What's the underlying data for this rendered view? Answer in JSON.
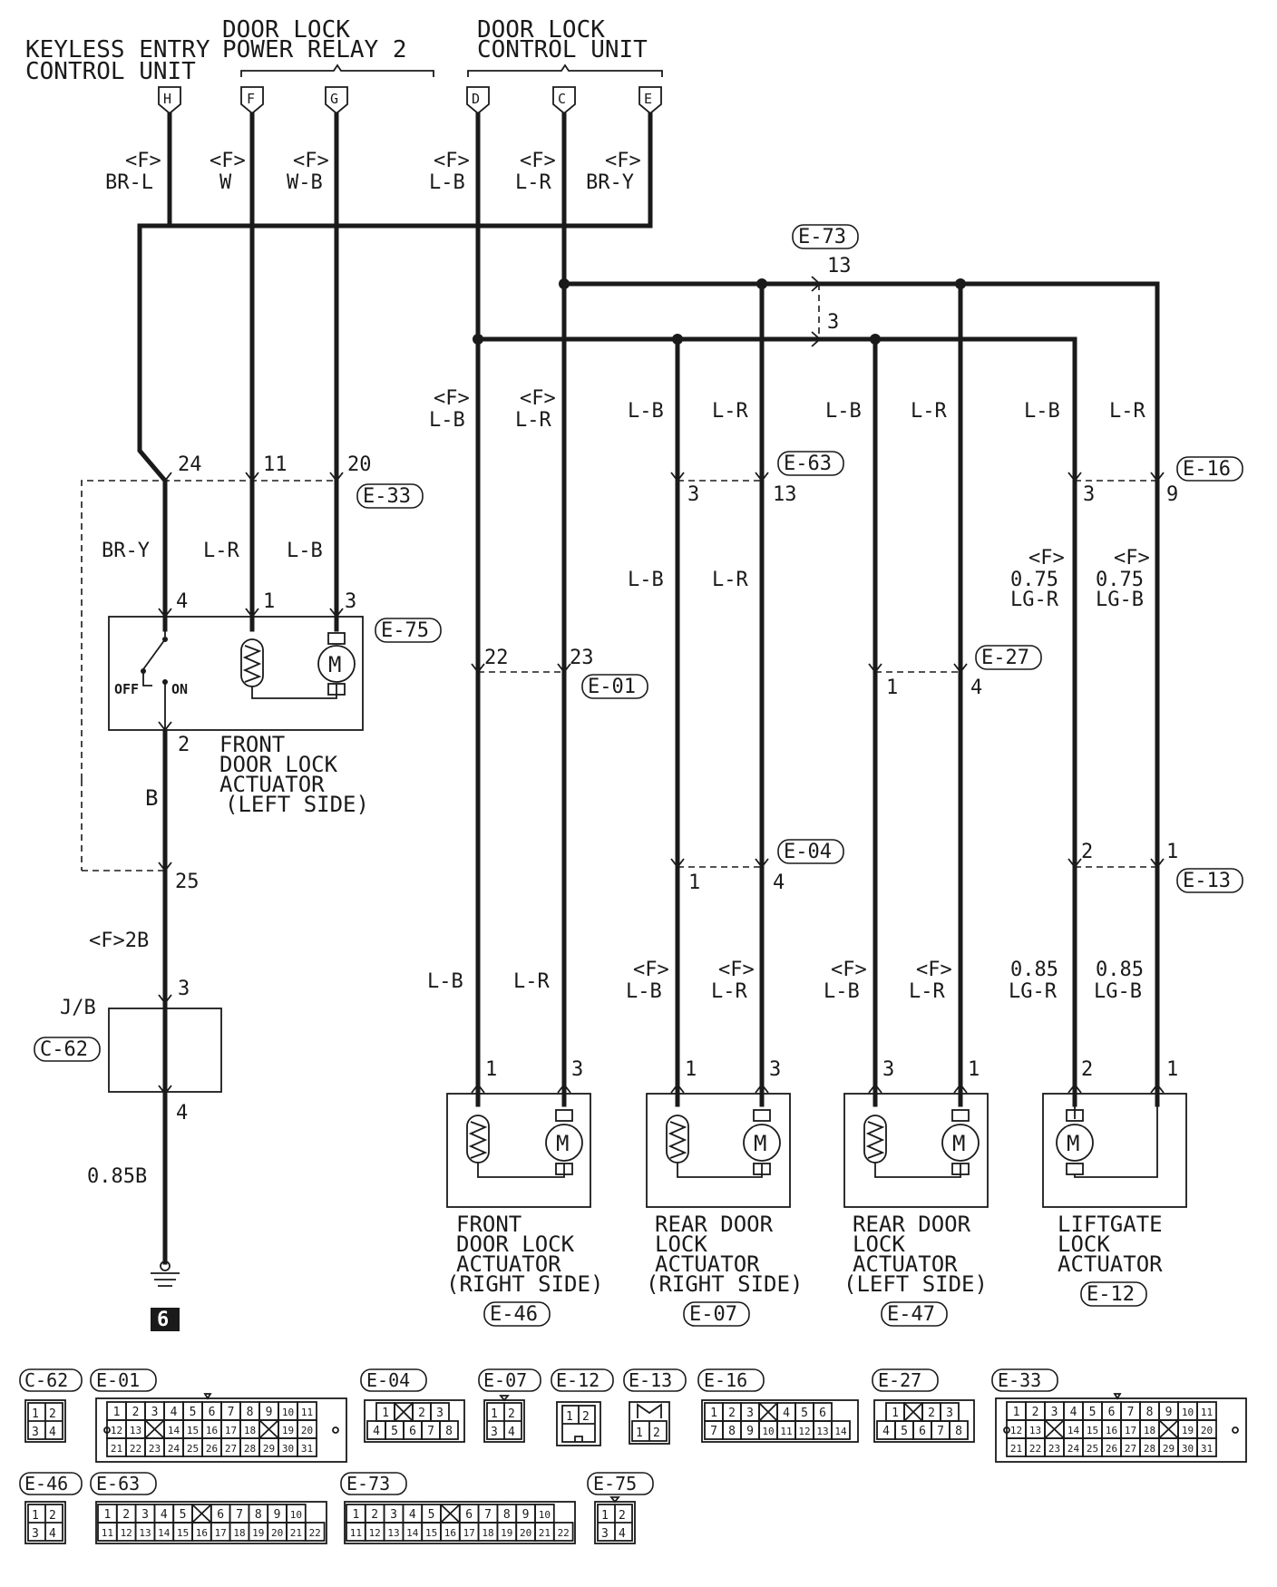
{
  "headers": {
    "keyless": [
      "KEYLESS ENTRY",
      "CONTROL UNIT"
    ],
    "relay": [
      "DOOR LOCK",
      "POWER RELAY 2"
    ],
    "control": [
      "DOOR LOCK",
      "CONTROL UNIT"
    ]
  },
  "terminals": {
    "h": "H",
    "f": "F",
    "g": "G",
    "d": "D",
    "c": "C",
    "e": "E"
  },
  "top_wires": {
    "h": [
      "<F>",
      "BR-L"
    ],
    "f": [
      "<F>",
      "W"
    ],
    "g": [
      "<F>",
      "W-B"
    ],
    "d": [
      "<F>",
      "L-B"
    ],
    "c": [
      "<F>",
      "L-R"
    ],
    "e": [
      "<F>",
      "BR-Y"
    ]
  },
  "connectors": {
    "e73": "E-73",
    "e33": "E-33",
    "e63": "E-63",
    "e16": "E-16",
    "e75": "E-75",
    "e01": "E-01",
    "e27": "E-27",
    "e04": "E-04",
    "e13": "E-13",
    "c62": "C-62",
    "e46": "E-46",
    "e07": "E-07",
    "e47": "E-47",
    "e12": "E-12"
  },
  "pins": {
    "e73_13": "13",
    "e73_3": "3",
    "e33_24": "24",
    "e33_11": "11",
    "e33_20": "20",
    "e63_3": "3",
    "e63_13": "13",
    "e16_3": "3",
    "e16_9": "9",
    "e75_4": "4",
    "e75_1": "1",
    "e75_3": "3",
    "e75_2": "2",
    "e01_22": "22",
    "e01_23": "23",
    "e27_1": "1",
    "e27_4": "4",
    "e04_1": "1",
    "e04_4": "4",
    "e13_2": "2",
    "e13_1": "1",
    "e33_25": "25",
    "jb_3": "3",
    "jb_4": "4",
    "e46_1": "1",
    "e46_3": "3",
    "e07_1": "1",
    "e07_3": "3",
    "e47_3": "3",
    "e47_1": "1",
    "e12_2": "2",
    "e12_1": "1"
  },
  "wire_labels": {
    "d_mid": [
      "<F>",
      "L-B"
    ],
    "c_mid": [
      "<F>",
      "L-R"
    ],
    "r1_lb": "L-B",
    "r1_lr": "L-R",
    "r2_lb": "L-B",
    "r2_lr": "L-R",
    "r3_lb": "L-B",
    "r3_lr": "L-R",
    "left_bry": "BR-Y",
    "left_lr": "L-R",
    "left_lb": "L-B",
    "r1_lb2": "L-B",
    "r1_lr2": "L-R",
    "lg_r": [
      "<F>",
      "0.75",
      "LG-R"
    ],
    "lg_b": [
      "<F>",
      "0.75",
      "LG-B"
    ],
    "left_b": "B",
    "left_2b": "<F>2B",
    "bot_d": "L-B",
    "bot_c": "L-R",
    "bot_r1_lb": [
      "<F>",
      "L-B"
    ],
    "bot_r1_lr": [
      "<F>",
      "L-R"
    ],
    "bot_r2_lb": [
      "<F>",
      "L-B"
    ],
    "bot_r2_lr": [
      "<F>",
      "L-R"
    ],
    "bot_lg_r": [
      "0.85",
      "LG-R"
    ],
    "bot_lg_b": [
      "0.85",
      "LG-B"
    ],
    "ground_wire": "0.85B"
  },
  "switch": {
    "off": "OFF",
    "on": "ON"
  },
  "motor_symbol": "M",
  "jb": "J/B",
  "ground_number": "6",
  "actuator_labels": {
    "left_front": [
      "FRONT",
      "DOOR LOCK",
      "ACTUATOR",
      "(LEFT SIDE)"
    ],
    "right_front": [
      "FRONT",
      "DOOR LOCK",
      "ACTUATOR",
      "(RIGHT SIDE)"
    ],
    "rear_right": [
      "REAR DOOR",
      "LOCK",
      "ACTUATOR",
      "(RIGHT SIDE)"
    ],
    "rear_left": [
      "REAR DOOR",
      "LOCK",
      "ACTUATOR",
      "(LEFT SIDE)"
    ],
    "liftgate": [
      "LIFTGATE",
      "LOCK",
      "ACTUATOR"
    ]
  },
  "connector_faces": {
    "c62": "C-62",
    "e01": "E-01",
    "e04": "E-04",
    "e07": "E-07",
    "e12": "E-12",
    "e13": "E-13",
    "e16": "E-16",
    "e27": "E-27",
    "e33": "E-33",
    "e46": "E-46",
    "e63": "E-63",
    "e73": "E-73",
    "e75": "E-75"
  },
  "face_pins": {
    "four": [
      [
        "1",
        "2"
      ],
      [
        "3",
        "4"
      ]
    ],
    "two": [
      "1",
      "2"
    ],
    "e01": [
      [
        "1",
        "2",
        "3",
        "4",
        "5",
        "6",
        "7",
        "8",
        "9",
        "10",
        "11"
      ],
      [
        "12",
        "13",
        "",
        "14",
        "15",
        "16",
        "17",
        "18",
        "",
        "19",
        "20"
      ],
      [
        "21",
        "22",
        "23",
        "24",
        "25",
        "26",
        "27",
        "28",
        "29",
        "30",
        "31"
      ]
    ],
    "e04": [
      [
        "1",
        "",
        "2",
        "3"
      ],
      [
        "4",
        "5",
        "6",
        "7",
        "8"
      ]
    ],
    "e16": [
      [
        "1",
        "2",
        "3",
        "",
        "4",
        "5",
        "6"
      ],
      [
        "7",
        "8",
        "9",
        "10",
        "11",
        "12",
        "13",
        "14"
      ]
    ],
    "e63": [
      [
        "1",
        "2",
        "3",
        "4",
        "5",
        "",
        "6",
        "7",
        "8",
        "9",
        "10"
      ],
      [
        "11",
        "12",
        "13",
        "14",
        "15",
        "16",
        "17",
        "18",
        "19",
        "20",
        "21",
        "22"
      ]
    ]
  }
}
